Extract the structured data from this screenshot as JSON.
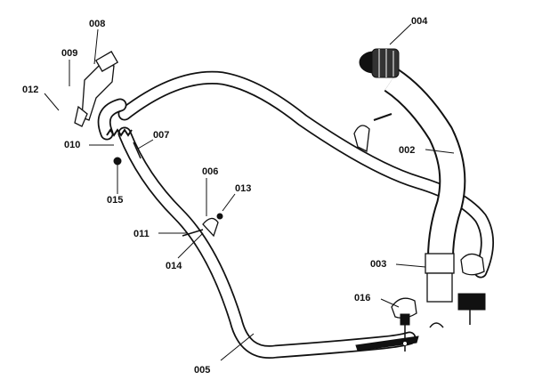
{
  "diagram": {
    "callouts": [
      {
        "id": "c002",
        "label": "002"
      },
      {
        "id": "c003",
        "label": "003"
      },
      {
        "id": "c004",
        "label": "004"
      },
      {
        "id": "c005",
        "label": "005"
      },
      {
        "id": "c006",
        "label": "006"
      },
      {
        "id": "c007",
        "label": "007"
      },
      {
        "id": "c008",
        "label": "008"
      },
      {
        "id": "c009",
        "label": "009"
      },
      {
        "id": "c010",
        "label": "010"
      },
      {
        "id": "c011",
        "label": "011"
      },
      {
        "id": "c012",
        "label": "012"
      },
      {
        "id": "c013",
        "label": "013"
      },
      {
        "id": "c014",
        "label": "014"
      },
      {
        "id": "c015",
        "label": "015"
      },
      {
        "id": "c016",
        "label": "016"
      }
    ]
  }
}
